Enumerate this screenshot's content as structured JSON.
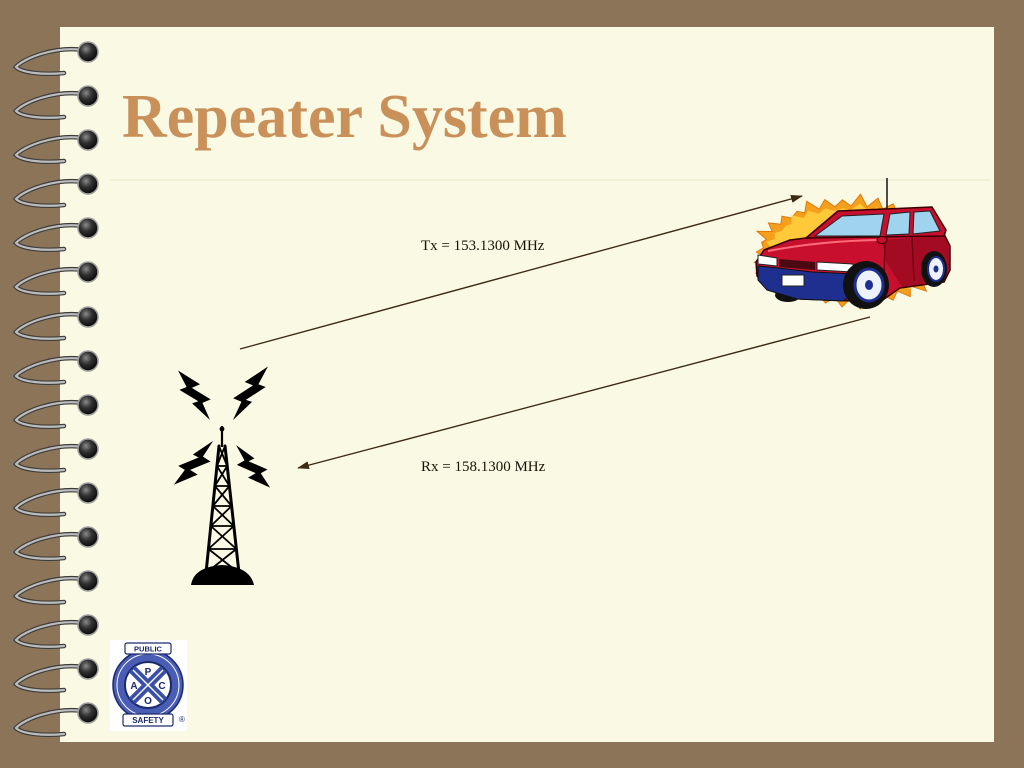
{
  "slide": {
    "title": "Repeater System",
    "tx_label": "Tx = 153.1300 MHz",
    "rx_label": "Rx = 158.1300 MHz"
  },
  "logo": {
    "top_text": "PUBLIC",
    "bottom_text": "SAFETY",
    "letters": [
      "A",
      "P",
      "C",
      "O"
    ],
    "mark": "®"
  },
  "icons": {
    "binding": "spiral-binding-icon",
    "tower": "radio-tower-icon",
    "signal": "lightning-bolt-icon",
    "vehicle": "car-icon",
    "logo": "apco-badge-icon"
  },
  "colors": {
    "background": "#8b7457",
    "paper": "#fafae4",
    "title": "#c9905a",
    "arrow": "#3e2a14",
    "car_body": "#c8102e"
  }
}
